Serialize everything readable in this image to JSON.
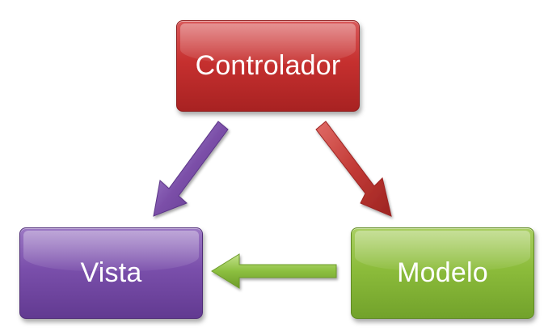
{
  "nodes": {
    "controlador": {
      "label": "Controlador",
      "color": "#c0392b"
    },
    "vista": {
      "label": "Vista",
      "color": "#7b4fa8"
    },
    "modelo": {
      "label": "Modelo",
      "color": "#8cbf3f"
    }
  },
  "edges": [
    {
      "from": "controlador",
      "to": "vista",
      "color": "#7b4fa8"
    },
    {
      "from": "controlador",
      "to": "modelo",
      "color": "#c23a36"
    },
    {
      "from": "modelo",
      "to": "vista",
      "color": "#8cbf3f"
    }
  ]
}
